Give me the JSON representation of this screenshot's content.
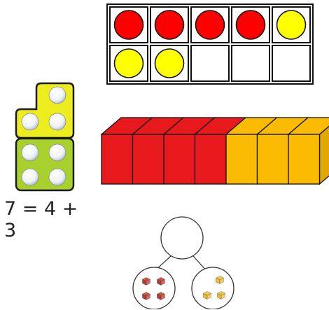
{
  "ten_frame": {
    "counters": [
      "red",
      "red",
      "red",
      "red",
      "yellow",
      "yellow",
      "yellow",
      "empty",
      "empty",
      "empty"
    ]
  },
  "numicon": {
    "top_piece": {
      "value": 3,
      "color": "#ecec1e"
    },
    "bottom_piece": {
      "value": 4,
      "color": "#a8d12d"
    }
  },
  "cube_train": {
    "cubes": [
      "red",
      "red",
      "red",
      "red",
      "orange",
      "orange",
      "orange"
    ]
  },
  "equation": {
    "text": "7 = 4 + 3"
  },
  "part_whole": {
    "whole": "",
    "left_part_cubes": 4,
    "right_part_cubes": 3,
    "left_cube_color": "#c0392b",
    "right_cube_color": "#f2c230"
  },
  "colors": {
    "red": "#ff0000",
    "yellow": "#ffff00",
    "cube_red": "#e8191c",
    "cube_orange": "#fbbb00"
  }
}
